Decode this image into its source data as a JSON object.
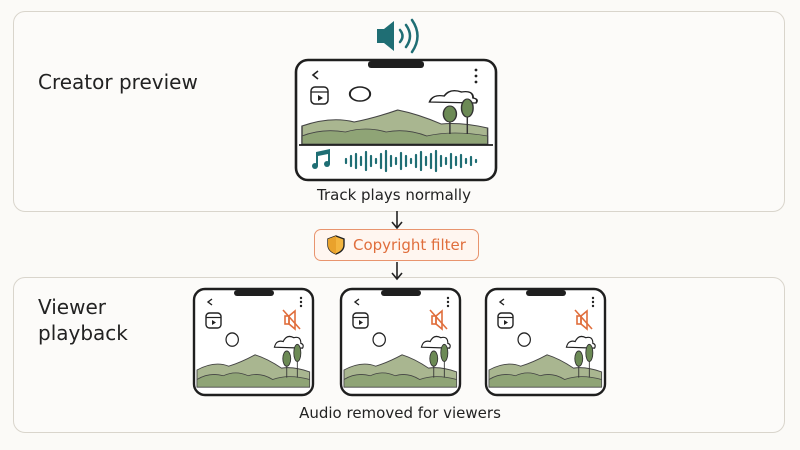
{
  "creator": {
    "label": "Creator preview",
    "caption": "Track plays normally"
  },
  "filter": {
    "label": "Copyright filter"
  },
  "viewer": {
    "label": "Viewer playback",
    "caption": "Audio removed for viewers"
  },
  "colors": {
    "teal": "#1f6e74",
    "orange": "#e06e3c",
    "phone_outline": "#1f1f1f",
    "hill_green": "#a9b690",
    "hill_dark": "#6c8a55"
  },
  "icons": [
    "speaker-on-icon",
    "music-note-icon",
    "waveform-icon",
    "shield-icon",
    "muted-speaker-icon",
    "back-chevron-icon",
    "more-dots-icon",
    "reels-icon"
  ]
}
